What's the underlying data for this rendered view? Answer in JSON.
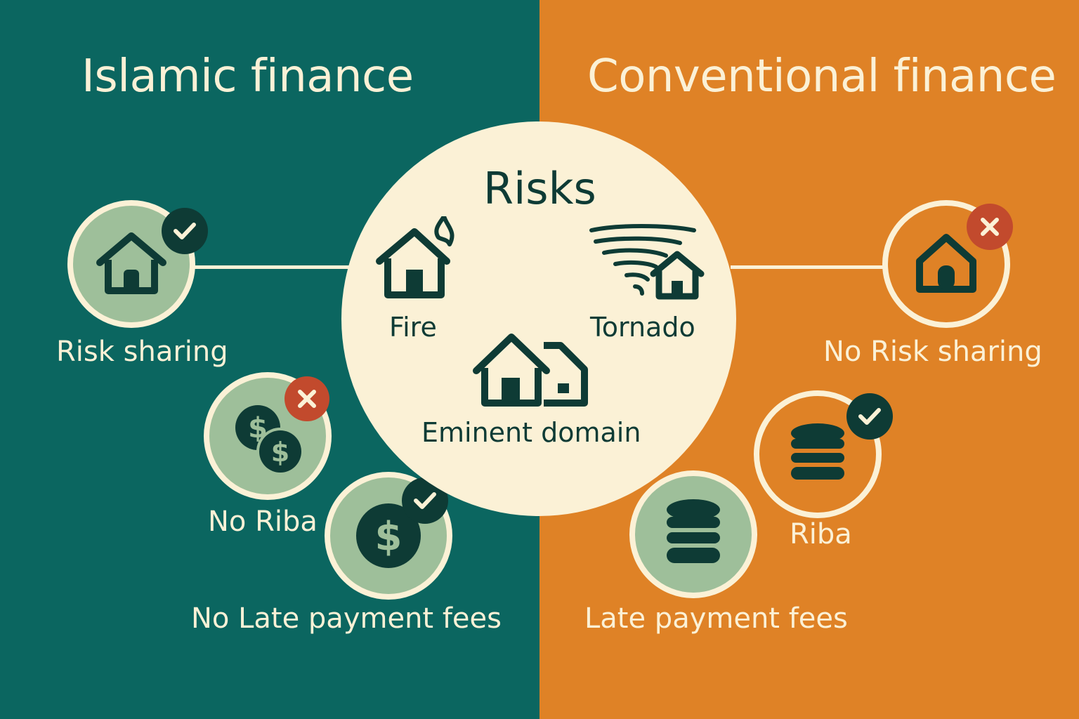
{
  "colors": {
    "teal": "#0b6660",
    "orange": "#df8226",
    "cream": "#fbf1d6",
    "sage": "#9ebf9a",
    "dark": "#0e3b35",
    "red": "#c24a2d"
  },
  "left": {
    "title": "Islamic finance",
    "items": [
      {
        "label": "Risk sharing",
        "icon": "house-icon",
        "badge": "check"
      },
      {
        "label": "No Riba",
        "icon": "two-coins-dollar-icon",
        "badge": "cross"
      },
      {
        "label": "No Late payment fees",
        "icon": "dollar-coin-icon",
        "badge": "check"
      }
    ]
  },
  "right": {
    "title": "Conventional finance",
    "items": [
      {
        "label": "No Risk sharing",
        "icon": "house-icon",
        "badge": "cross"
      },
      {
        "label": "Riba",
        "icon": "coin-stack-icon",
        "badge": "check"
      },
      {
        "label": "Late payment fees",
        "icon": "coin-stack-icon",
        "badge": "none"
      }
    ]
  },
  "center": {
    "title": "Risks",
    "risks": [
      {
        "label": "Fire",
        "icon": "house-fire-icon"
      },
      {
        "label": "Tornado",
        "icon": "tornado-house-icon"
      },
      {
        "label": "Eminent domain",
        "icon": "houses-icon"
      }
    ]
  }
}
